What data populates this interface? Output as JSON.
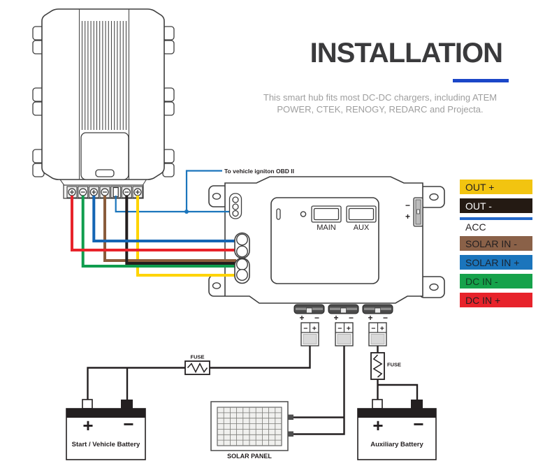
{
  "header": {
    "title": "INSTALLATION",
    "subtitle_line1": "This smart hub fits most DC-DC chargers, including ATEM",
    "subtitle_line2": "POWER, CTEK, RENOGY, REDARC and Projecta.",
    "accent_color": "#1b46c8"
  },
  "legend": {
    "items": [
      {
        "label": "OUT +",
        "color": "#f2c410",
        "text_color": "#231f20"
      },
      {
        "label": "OUT -",
        "color": "#241a13",
        "text_color": "#ffffff"
      },
      {
        "label": "ACC",
        "color": "#ffffff",
        "text_color": "#231f20",
        "top_bar_color": "#2368c9"
      },
      {
        "label": "SOLAR IN -",
        "color": "#8a6148",
        "text_color": "#231f20"
      },
      {
        "label": "SOLAR IN +",
        "color": "#1b75bc",
        "text_color": "#1a2430"
      },
      {
        "label": "DC IN -",
        "color": "#16a24b",
        "text_color": "#123a22"
      },
      {
        "label": "DC IN +",
        "color": "#e7232b",
        "text_color": "#231f20"
      }
    ]
  },
  "diagram": {
    "obd_note": "To vehicle igniton OBD II",
    "hub": {
      "main_label": "MAIN",
      "aux_label": "AUX"
    },
    "labels": {
      "fuse": "FUSE",
      "solar_panel": "SOLAR PANEL",
      "start_battery": "Start / Vehicle Battery",
      "aux_battery": "Auxiliary Battery"
    },
    "symbols": {
      "plus": "+",
      "minus": "−"
    },
    "wire_colors": {
      "red": "#e7232b",
      "green": "#0f9d4e",
      "blue": "#1465b4",
      "brown": "#8a5c3b",
      "black": "#241f1f",
      "yellow": "#ffd400",
      "obd_blue": "#1b75bc"
    }
  }
}
